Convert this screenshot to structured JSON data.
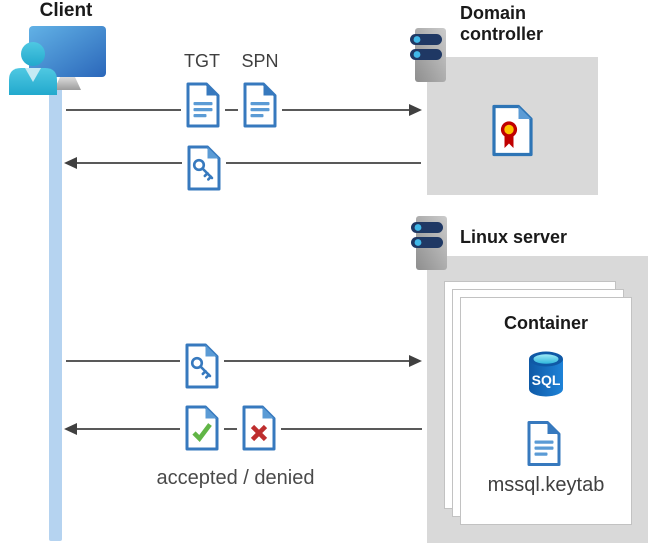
{
  "client": {
    "label": "Client"
  },
  "domain_controller": {
    "label": "Domain controller"
  },
  "linux_server": {
    "label": "Linux server"
  },
  "container": {
    "label": "Container",
    "sql_icon_label": "SQL",
    "keytab_label": "mssql.keytab"
  },
  "flows": {
    "tgt_label": "TGT",
    "spn_label": "SPN",
    "result_label": "accepted / denied"
  },
  "colors": {
    "doc_border_blue": "#3779BE",
    "doc_text_blue": "#5B9BD5",
    "lifeline_blue": "#B5D3F0",
    "box_gray": "#D9D9D9",
    "arrow_gray": "#595959",
    "server_bar_navy": "#1F3864",
    "accent_cyan": "#41B8E8",
    "check_green": "#61B546",
    "cross_red": "#BE2E2E",
    "ribbon_red": "#C00000",
    "ribbon_yellow": "#FFC000",
    "sql_body_blue": "#0F59A6",
    "sql_top_cyan": "#49CCE8"
  }
}
